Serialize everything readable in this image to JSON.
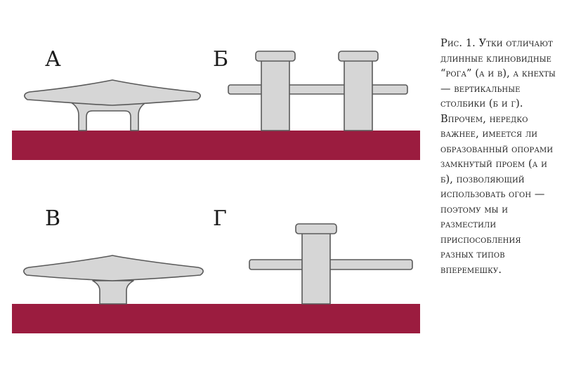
{
  "panels": {
    "a": "А",
    "b": "Б",
    "v": "В",
    "g": "Г"
  },
  "caption": "Рис. 1. Утки отличают длинные клиновидные “рога” (а и в), а кнехты — вертикальные столбики (б и г). Впрочем, нередко важнее, имеется ли образованный опорами замкнутый проем (а и б), позволяющий использовать огон — поэтому мы и разместили приспособления разных типов вперемешку.",
  "colors": {
    "base": "#9b1c3f",
    "metal_fill": "#d6d6d6",
    "metal_stroke": "#5a5a5a",
    "text": "#1a1a1a"
  }
}
